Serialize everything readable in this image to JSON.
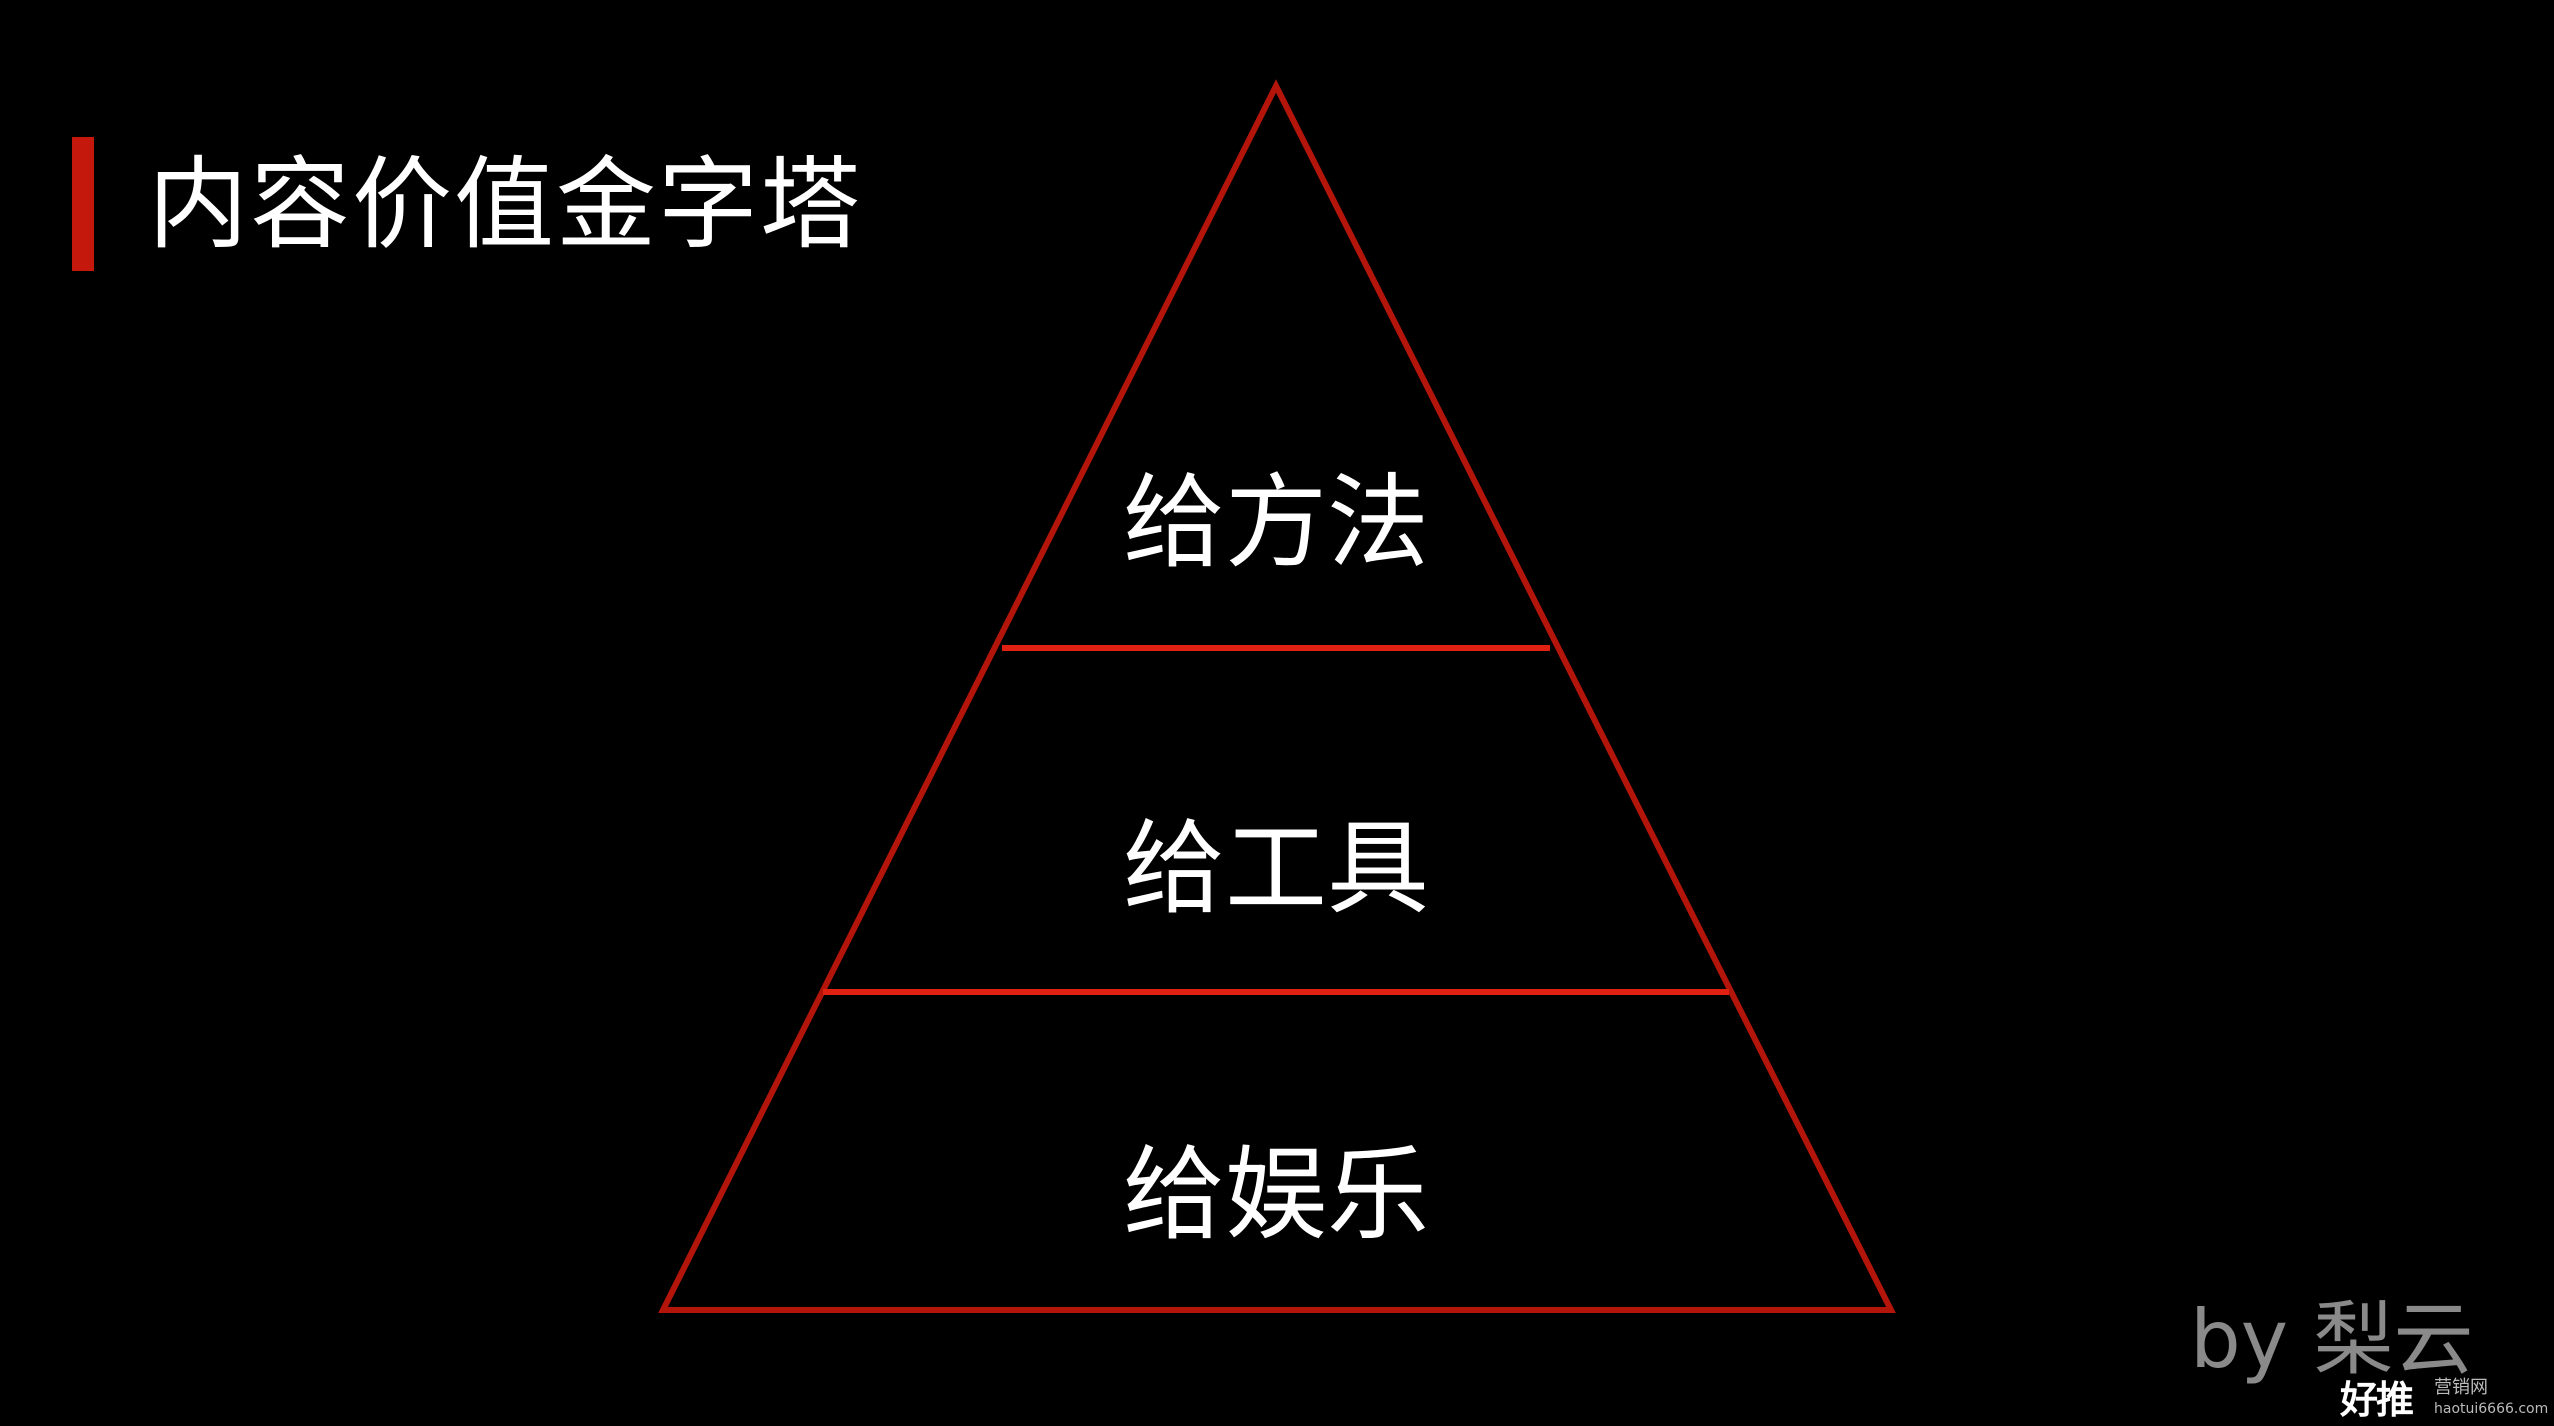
{
  "slide": {
    "title": "内容价值金字塔",
    "byline": "by 梨云"
  },
  "pyramid": {
    "levels": [
      {
        "label": "给方法"
      },
      {
        "label": "给工具"
      },
      {
        "label": "给娱乐"
      }
    ]
  },
  "watermark": {
    "logo_text": "好推",
    "site_name": "营销网",
    "url": "haotui6666.com"
  },
  "colors": {
    "background": "#000000",
    "accent": "#c4180d",
    "title_text": "#ffffff",
    "byline_text": "#8a8a8a"
  }
}
